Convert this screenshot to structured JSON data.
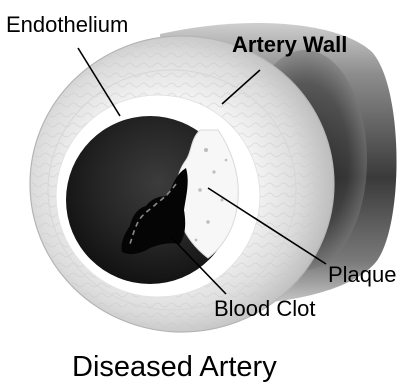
{
  "diagram": {
    "caption": "Diseased Artery",
    "labels": {
      "endothelium": "Endothelium",
      "artery_wall": "Artery Wall",
      "plaque": "Plaque",
      "blood_clot": "Blood Clot"
    }
  }
}
